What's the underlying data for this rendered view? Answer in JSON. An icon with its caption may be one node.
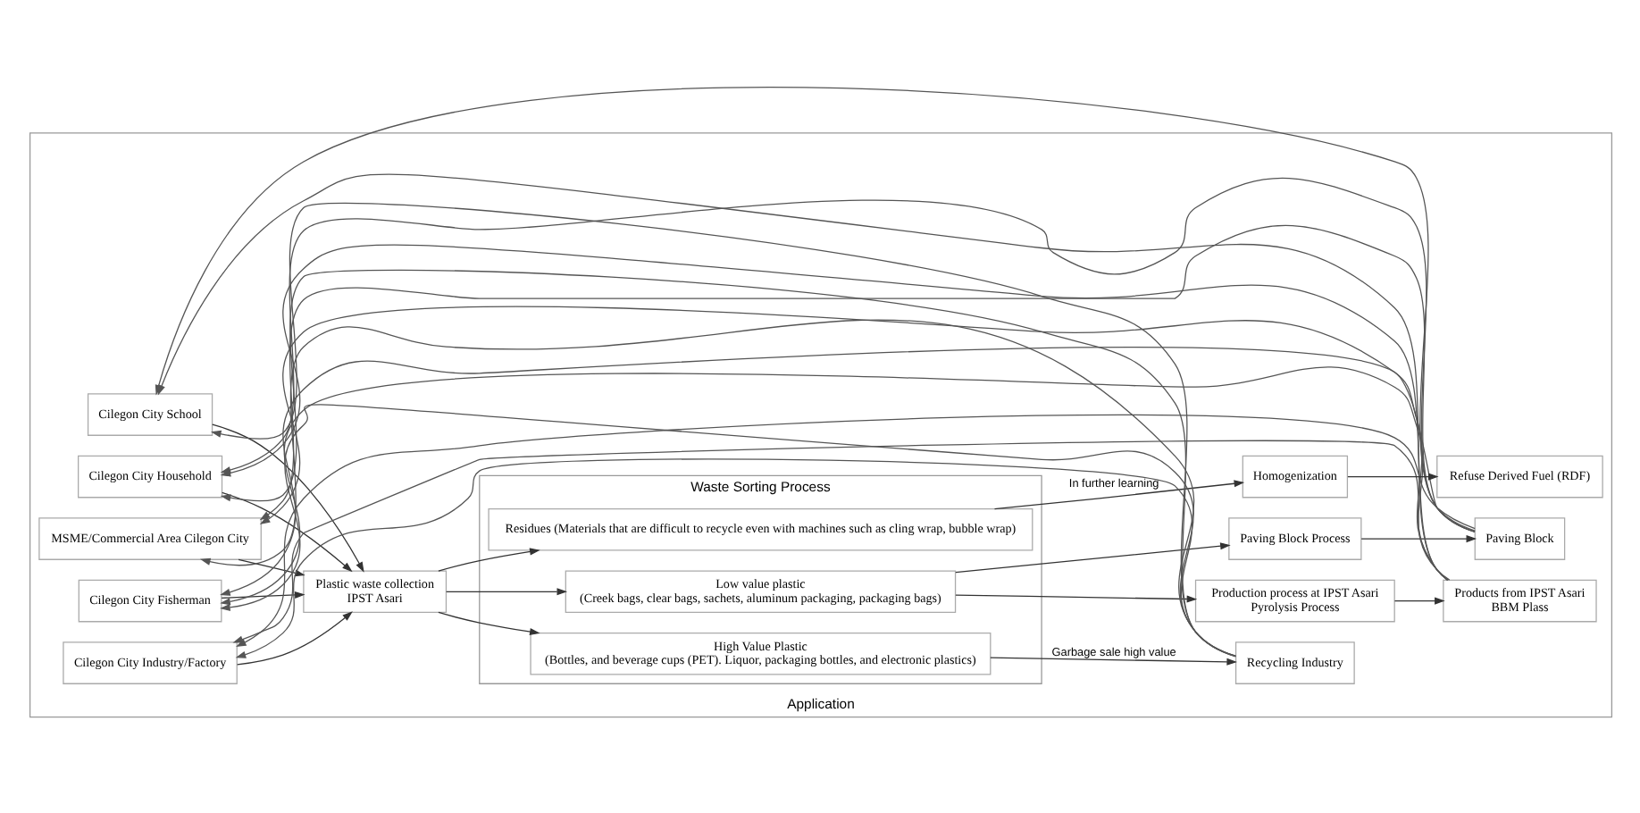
{
  "diagram": {
    "nodes": [
      {
        "text": [
          "Application"
        ]
      },
      {
        "text": [
          "Cilegon City School"
        ],
        "in": 0
      },
      {
        "text": [
          "Cilegon City Household"
        ],
        "in": 0
      },
      {
        "text": [
          "MSME/Commercial Area Cilegon City"
        ],
        "in": 0
      },
      {
        "text": [
          "Cilegon City Fisherman"
        ],
        "in": 0
      },
      {
        "text": [
          "Cilegon City Industry/Factory"
        ],
        "in": 0
      },
      {
        "text": [
          "Plastic waste collection",
          "IPST Asari"
        ],
        "in": 0
      },
      {
        "text": [
          "Waste Sorting Process"
        ],
        "in": 0
      },
      {
        "text": [
          "High Value Plastic",
          "(Bottles, and beverage cups (PET). Liquor, packaging bottles, and electronic plastics)"
        ],
        "in": 7
      },
      {
        "text": [
          "Low value plastic",
          "(Creek bags, clear bags, sachets, aluminum packaging, packaging bags)"
        ],
        "in": 7
      },
      {
        "text": [
          "Residues (Materials that are difficult to recycle even with machines such as cling wrap, bubble wrap)"
        ],
        "in": 7
      },
      {
        "text": [
          "Recycling Industry"
        ],
        "in": 0
      },
      {
        "text": [
          "Production process at IPST Asari",
          "Pyrolysis Process"
        ],
        "in": 0
      },
      {
        "text": [
          "Paving Block Process"
        ],
        "in": 0
      },
      {
        "text": [
          "Products from IPST Asari",
          "BBM Plass"
        ],
        "in": 0
      },
      {
        "text": [
          "Paving Block"
        ],
        "in": 0
      },
      {
        "text": [
          "Homogenization"
        ],
        "in": 0
      },
      {
        "text": [
          "Refuse Derived Fuel (RDF)"
        ],
        "in": 0
      }
    ],
    "edges": [
      {
        "from": 1,
        "to": 6,
        "arrow": "to"
      },
      {
        "from": 2,
        "to": 6,
        "arrow": "to"
      },
      {
        "from": 3,
        "to": 6,
        "arrow": "to"
      },
      {
        "from": 4,
        "to": 6,
        "arrow": "to"
      },
      {
        "from": 5,
        "to": 6,
        "arrow": "to"
      },
      {
        "from": 6,
        "to": 8,
        "arrow": "to"
      },
      {
        "from": 6,
        "to": 9,
        "arrow": "to"
      },
      {
        "from": 6,
        "to": 10,
        "arrow": "to"
      },
      {
        "from": 8,
        "to": 11,
        "arrow": "to",
        "label": "Garbage sale high value"
      },
      {
        "from": 9,
        "to": 12,
        "arrow": "to"
      },
      {
        "from": 9,
        "to": 13,
        "arrow": "to"
      },
      {
        "from": 12,
        "to": 14,
        "arrow": "to"
      },
      {
        "from": 13,
        "to": 15,
        "arrow": "to"
      },
      {
        "from": 10,
        "to": 16,
        "arrow": "to",
        "label": "In further learning"
      },
      {
        "from": 16,
        "to": 17,
        "arrow": "to"
      },
      {
        "from": 11,
        "to": 1,
        "arrow": "to"
      },
      {
        "from": 11,
        "to": 2,
        "arrow": "to"
      },
      {
        "from": 11,
        "to": 3,
        "arrow": "to"
      },
      {
        "from": 11,
        "to": 4,
        "arrow": "to"
      },
      {
        "from": 11,
        "to": 5,
        "arrow": "to"
      },
      {
        "from": 14,
        "to": 1,
        "arrow": "to"
      },
      {
        "from": 14,
        "to": 2,
        "arrow": "to"
      },
      {
        "from": 14,
        "to": 3,
        "arrow": "to"
      },
      {
        "from": 14,
        "to": 4,
        "arrow": "to"
      },
      {
        "from": 14,
        "to": 5,
        "arrow": "to"
      },
      {
        "from": 15,
        "to": 1,
        "arrow": "to"
      },
      {
        "from": 15,
        "to": 2,
        "arrow": "to"
      },
      {
        "from": 15,
        "to": 3,
        "arrow": "to"
      },
      {
        "from": 15,
        "to": 4,
        "arrow": "to"
      },
      {
        "from": 15,
        "to": 5,
        "arrow": "to"
      }
    ]
  }
}
